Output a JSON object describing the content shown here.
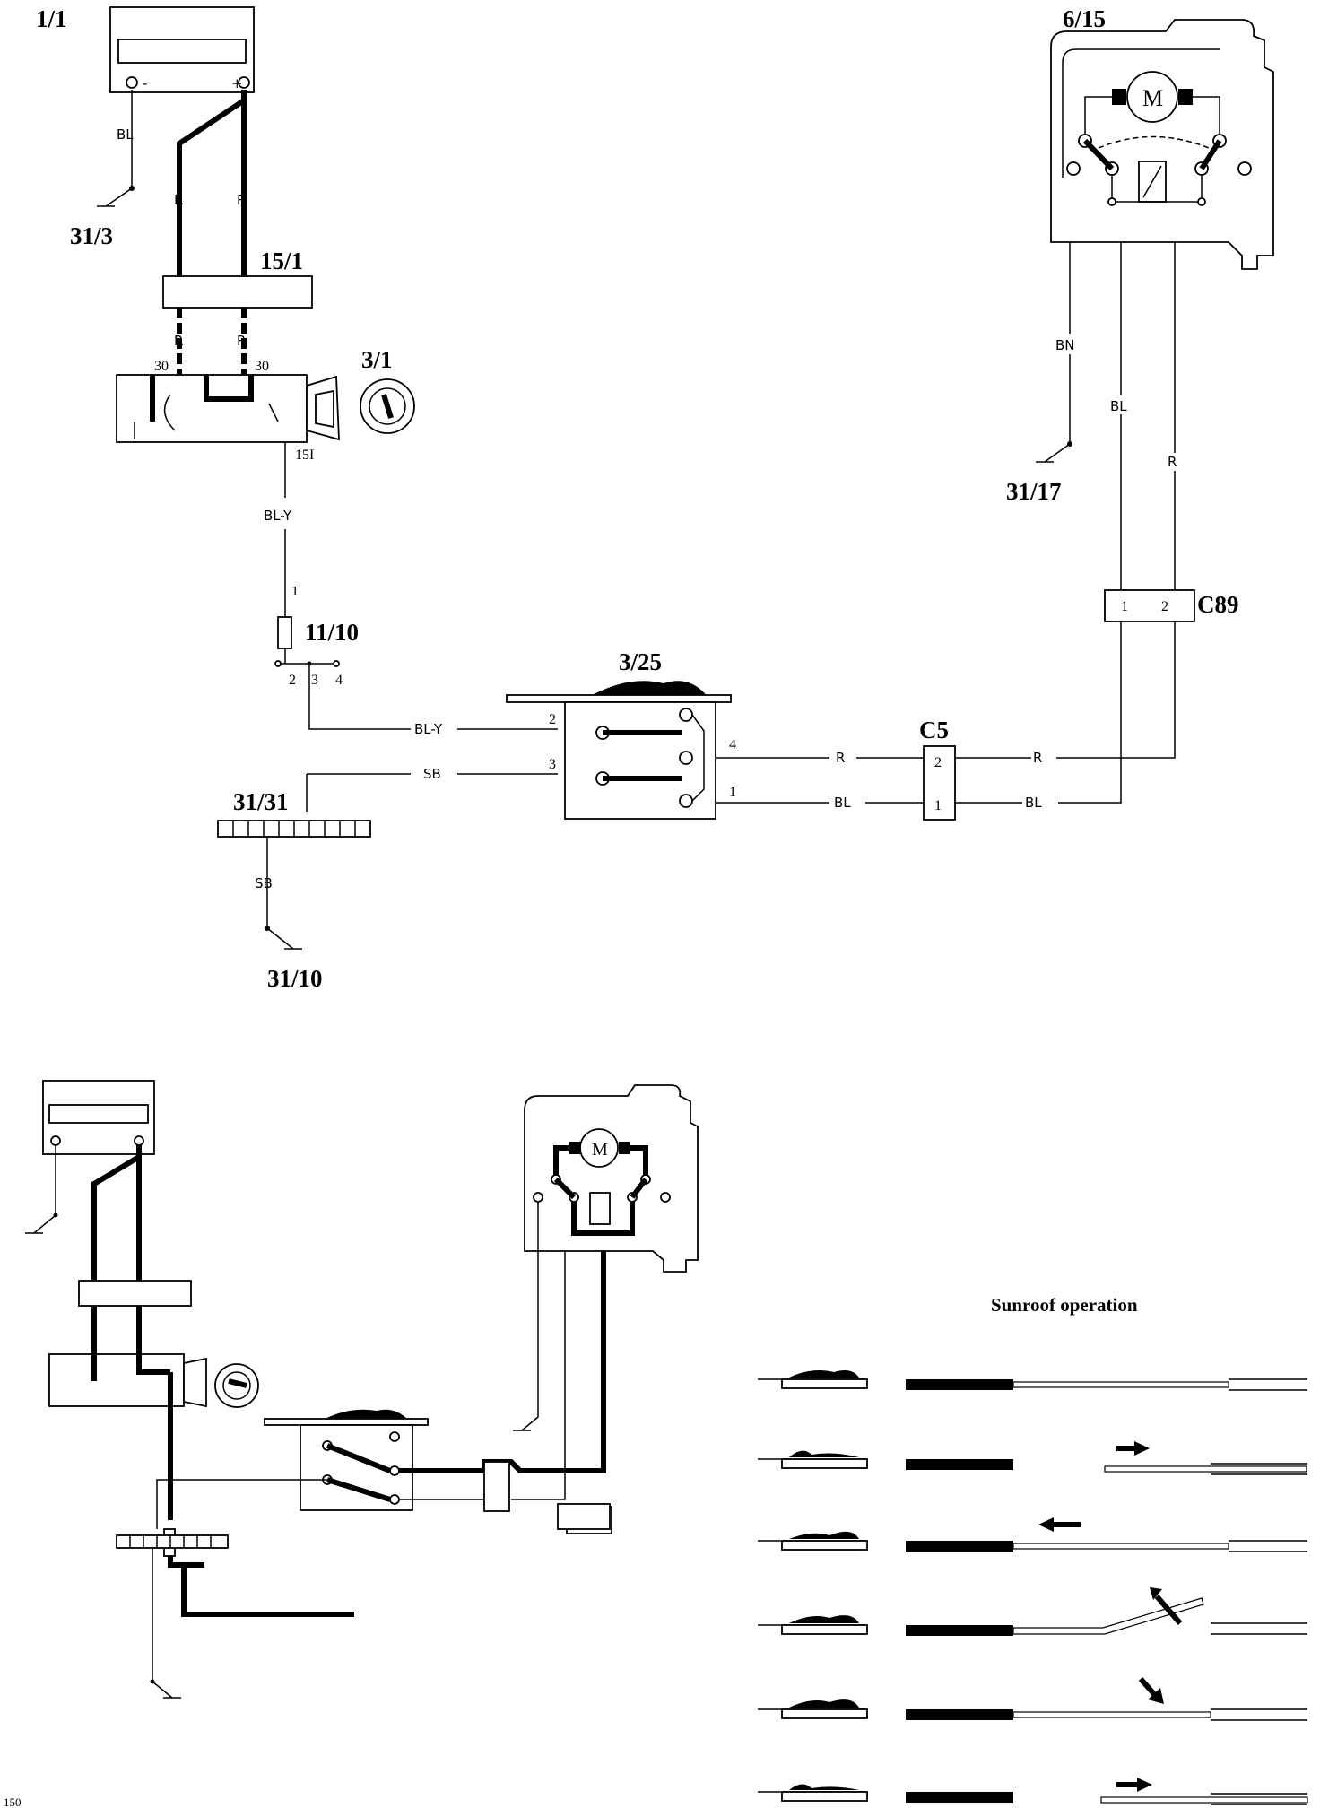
{
  "components": {
    "battery": "1/1",
    "fuse_box": "15/1",
    "ignition_switch": "3/1",
    "sunroof_motor": "6/15",
    "fuse": "11/10",
    "sunroof_switch": "3/25",
    "connector_c5": "C5",
    "connector_c89": "C89",
    "ground_bar": "31/31",
    "ground_31_3": "31/3",
    "ground_31_10": "31/10",
    "ground_31_17": "31/17"
  },
  "wires": {
    "bl": "BL",
    "r": "R",
    "bl_y": "BL-Y",
    "sb": "SB",
    "bn": "BN"
  },
  "pins": {
    "ign_30_a": "30",
    "ign_30_b": "30",
    "ign_15i": "15I",
    "fuse_in": "1",
    "fuse_2": "2",
    "fuse_3": "3",
    "fuse_4": "4",
    "sw_2": "2",
    "sw_3": "3",
    "sw_4": "4",
    "sw_1": "1",
    "c5_2": "2",
    "c5_1": "1",
    "c89_1": "1",
    "c89_2": "2",
    "motor": "M"
  },
  "operation": {
    "title": "Sunroof operation"
  },
  "page_number": "150"
}
